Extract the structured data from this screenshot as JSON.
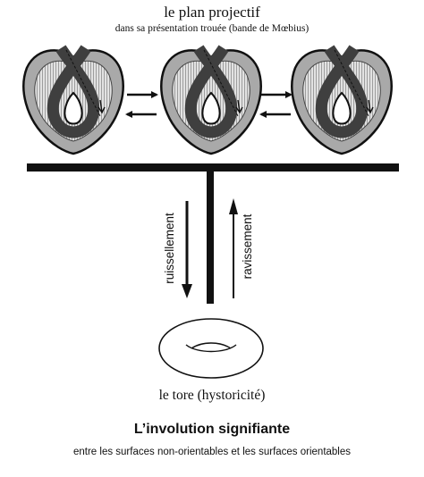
{
  "header": {
    "title": "le plan projectif",
    "subtitle": "dans sa présentation trouée (bande de Mœbius)"
  },
  "arrows": {
    "down_label": "ruissellement",
    "up_label": "ravissement"
  },
  "torus": {
    "label": "le tore (hystoricité)"
  },
  "footer": {
    "title": "L’involution signifiante",
    "subtitle": "entre les surfaces non-orientables et les surfaces orientables"
  },
  "colors": {
    "ink": "#111111",
    "shape_gray": "#a9a9a9",
    "band_dark": "#3f3f3f",
    "band_light": "#d9d9d9"
  }
}
